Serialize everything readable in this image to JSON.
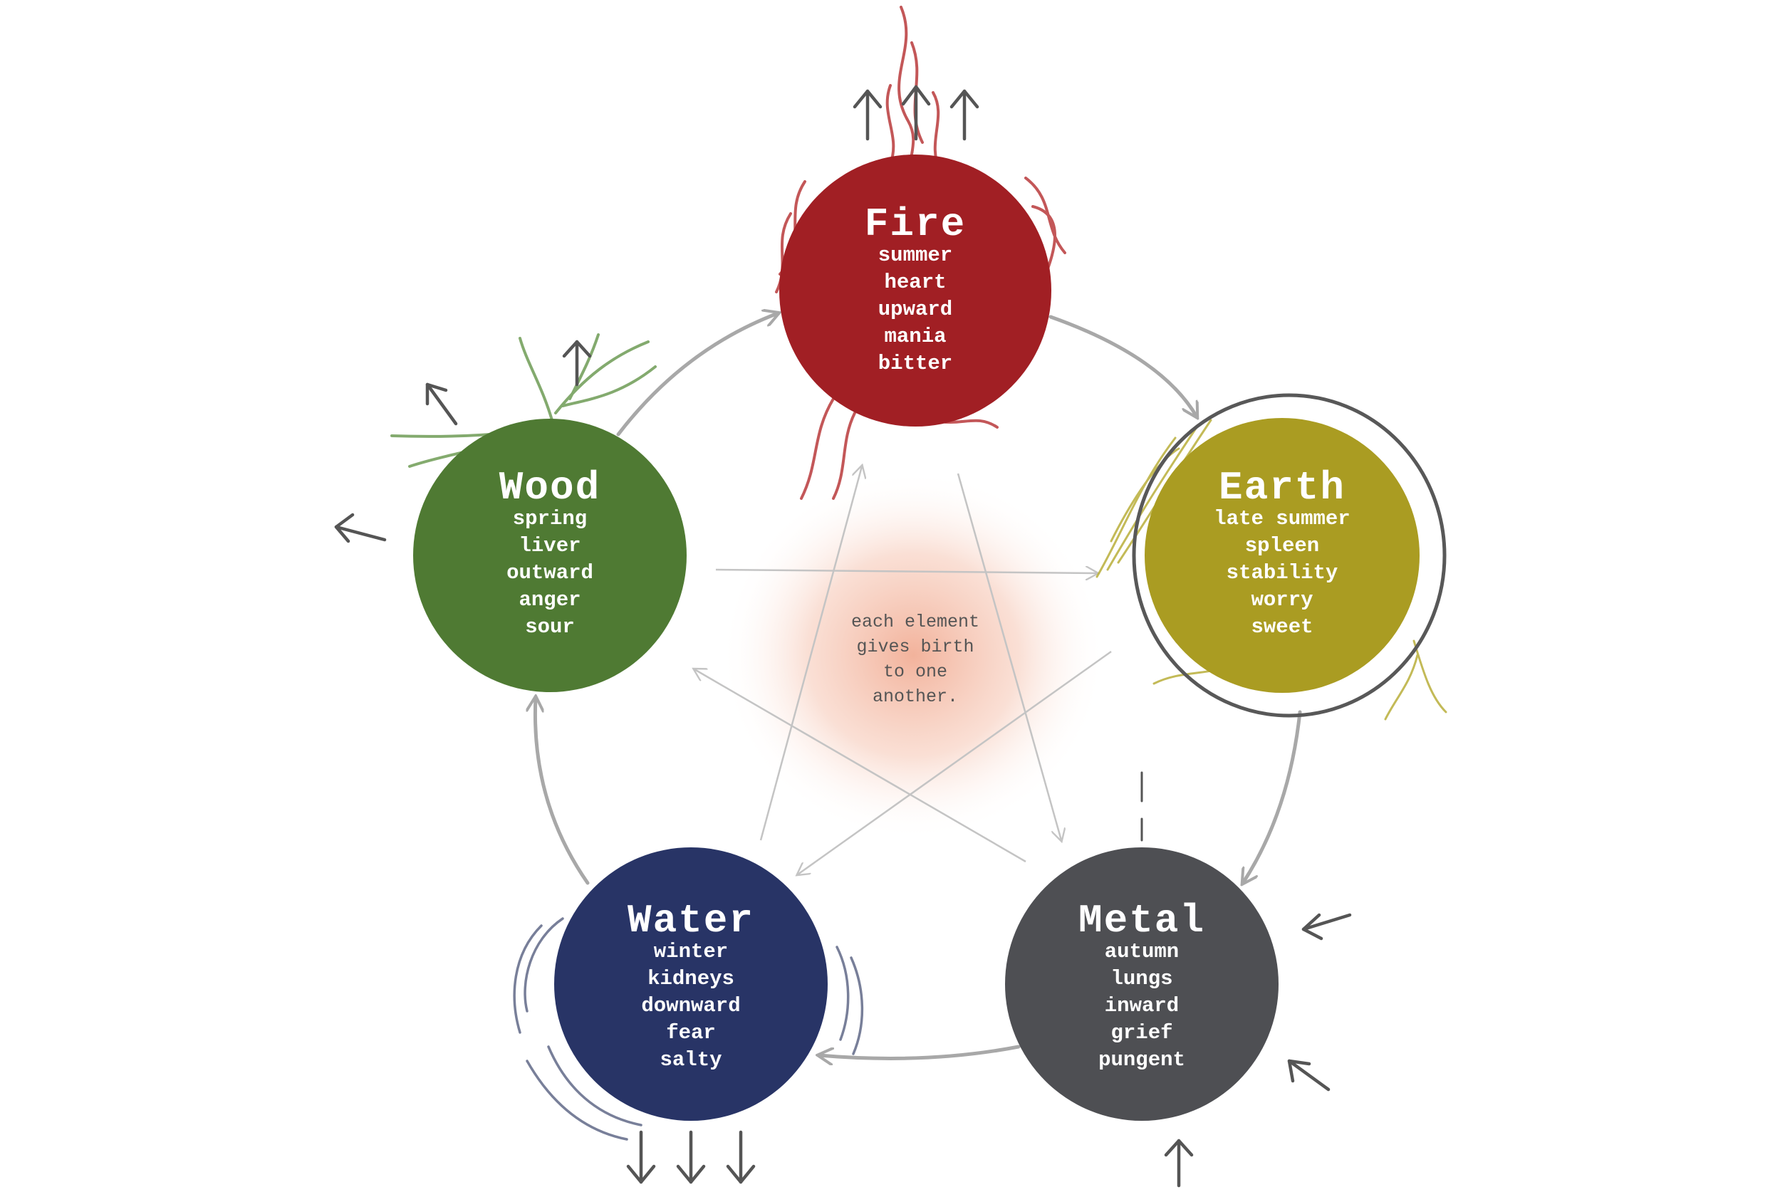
{
  "center_caption": [
    "each element",
    "gives birth",
    "to one",
    "another."
  ],
  "elements": [
    {
      "key": "fire",
      "name": "Fire",
      "color": "#a11f24",
      "attributes": [
        "summer",
        "heart",
        "upward",
        "mania",
        "bitter"
      ]
    },
    {
      "key": "earth",
      "name": "Earth",
      "color": "#aa9c22",
      "attributes": [
        "late summer",
        "spleen",
        "stability",
        "worry",
        "sweet"
      ]
    },
    {
      "key": "metal",
      "name": "Metal",
      "color": "#4e4f53",
      "attributes": [
        "autumn",
        "lungs",
        "inward",
        "grief",
        "pungent"
      ]
    },
    {
      "key": "water",
      "name": "Water",
      "color": "#283466",
      "attributes": [
        "winter",
        "kidneys",
        "downward",
        "fear",
        "salty"
      ]
    },
    {
      "key": "wood",
      "name": "Wood",
      "color": "#4f7a33",
      "attributes": [
        "spring",
        "liver",
        "outward",
        "anger",
        "sour"
      ]
    }
  ],
  "colors": {
    "cycle_arrow": "#a8a8a8",
    "star_arrow": "#c4c4c4",
    "motion_arrow": "#555555",
    "center_glow": "#f0a58a"
  },
  "icons": [
    "up-arrow-icon",
    "down-arrow-icon",
    "inward-arrow-icon",
    "outward-arrow-icon",
    "flame-icon",
    "leaf-icon",
    "ripple-icon"
  ]
}
